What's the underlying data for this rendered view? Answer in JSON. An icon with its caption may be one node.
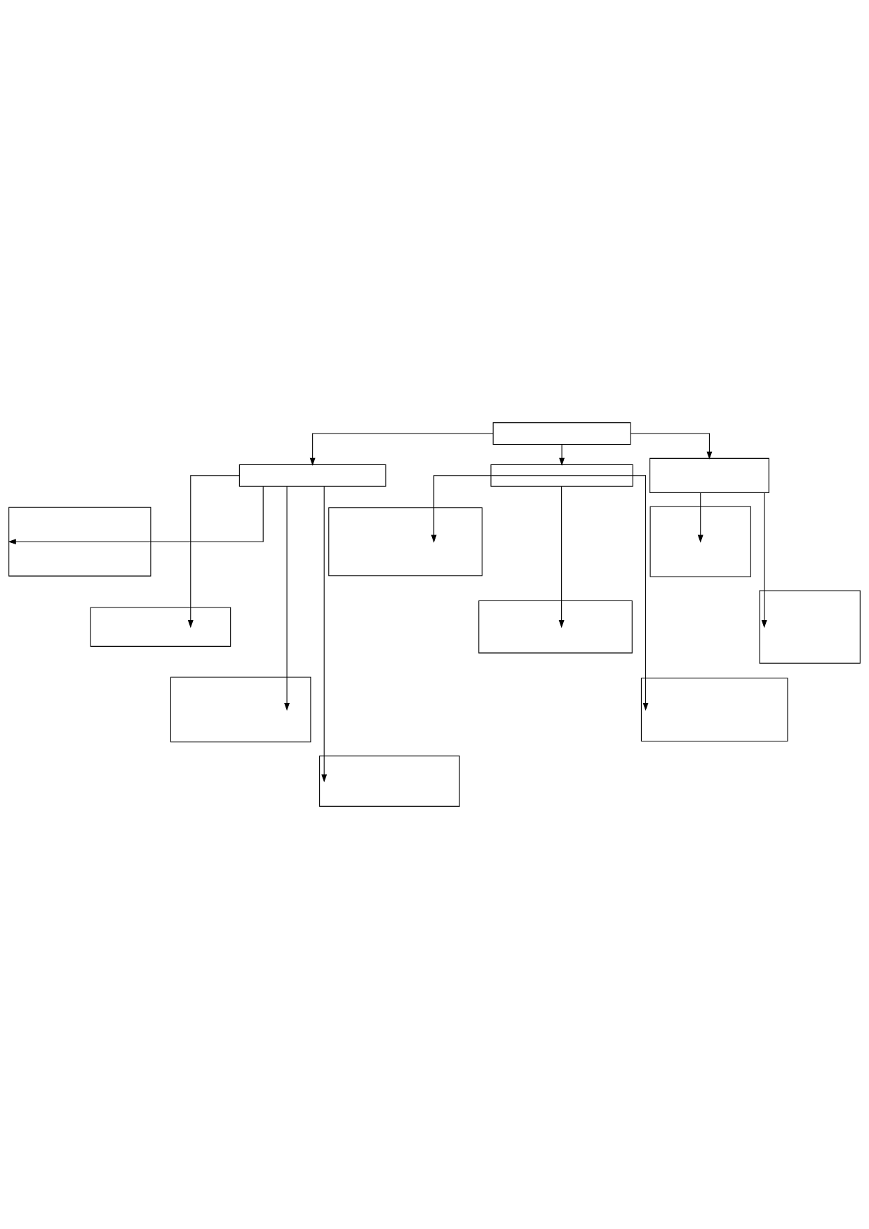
{
  "diagram": {
    "nodes": [
      {
        "text": [],
        "shape": "box"
      },
      {
        "text": [],
        "shape": "box"
      },
      {
        "text": [],
        "shape": "box"
      },
      {
        "text": [],
        "shape": "box"
      },
      {
        "text": [],
        "shape": "box"
      },
      {
        "text": [],
        "shape": "box"
      },
      {
        "text": [],
        "shape": "box"
      },
      {
        "text": [],
        "shape": "box"
      },
      {
        "text": [],
        "shape": "box"
      },
      {
        "text": [],
        "shape": "box"
      },
      {
        "text": [],
        "shape": "box"
      },
      {
        "text": [],
        "shape": "box"
      },
      {
        "text": [],
        "shape": "box"
      }
    ],
    "edges": [
      {
        "from": 0,
        "to": 1,
        "arrow": "to"
      },
      {
        "from": 0,
        "to": 2,
        "arrow": "to"
      },
      {
        "from": 0,
        "to": 3,
        "arrow": "to"
      },
      {
        "from": 1,
        "to": 4,
        "arrow": "to"
      },
      {
        "from": 1,
        "to": 5,
        "arrow": "to"
      },
      {
        "from": 1,
        "to": 6,
        "arrow": "to"
      },
      {
        "from": 1,
        "to": 7,
        "arrow": "to"
      },
      {
        "from": 2,
        "to": 8,
        "arrow": "to"
      },
      {
        "from": 2,
        "to": 9,
        "arrow": "to"
      },
      {
        "from": 2,
        "to": 10,
        "arrow": "to"
      },
      {
        "from": 3,
        "to": 11,
        "arrow": "to"
      },
      {
        "from": 3,
        "to": 12,
        "arrow": "to"
      }
    ]
  }
}
